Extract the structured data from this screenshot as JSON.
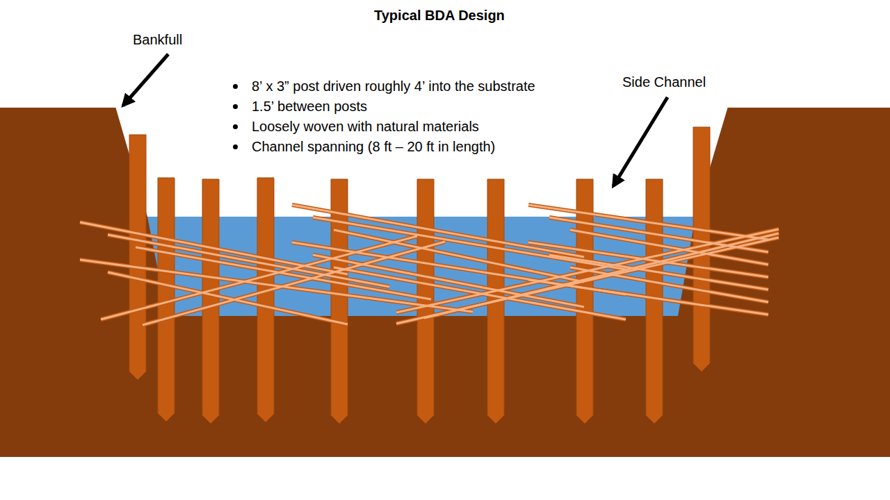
{
  "diagram": {
    "title": "Typical BDA Design",
    "labels": [
      "Bankfull",
      "8’ x 3” post driven roughly 4’ into the substrate",
      "1.5’ between posts",
      "Loosely woven with natural materials",
      "Channel spanning (8 ft – 20 ft in length)",
      "Side Channel"
    ]
  }
}
